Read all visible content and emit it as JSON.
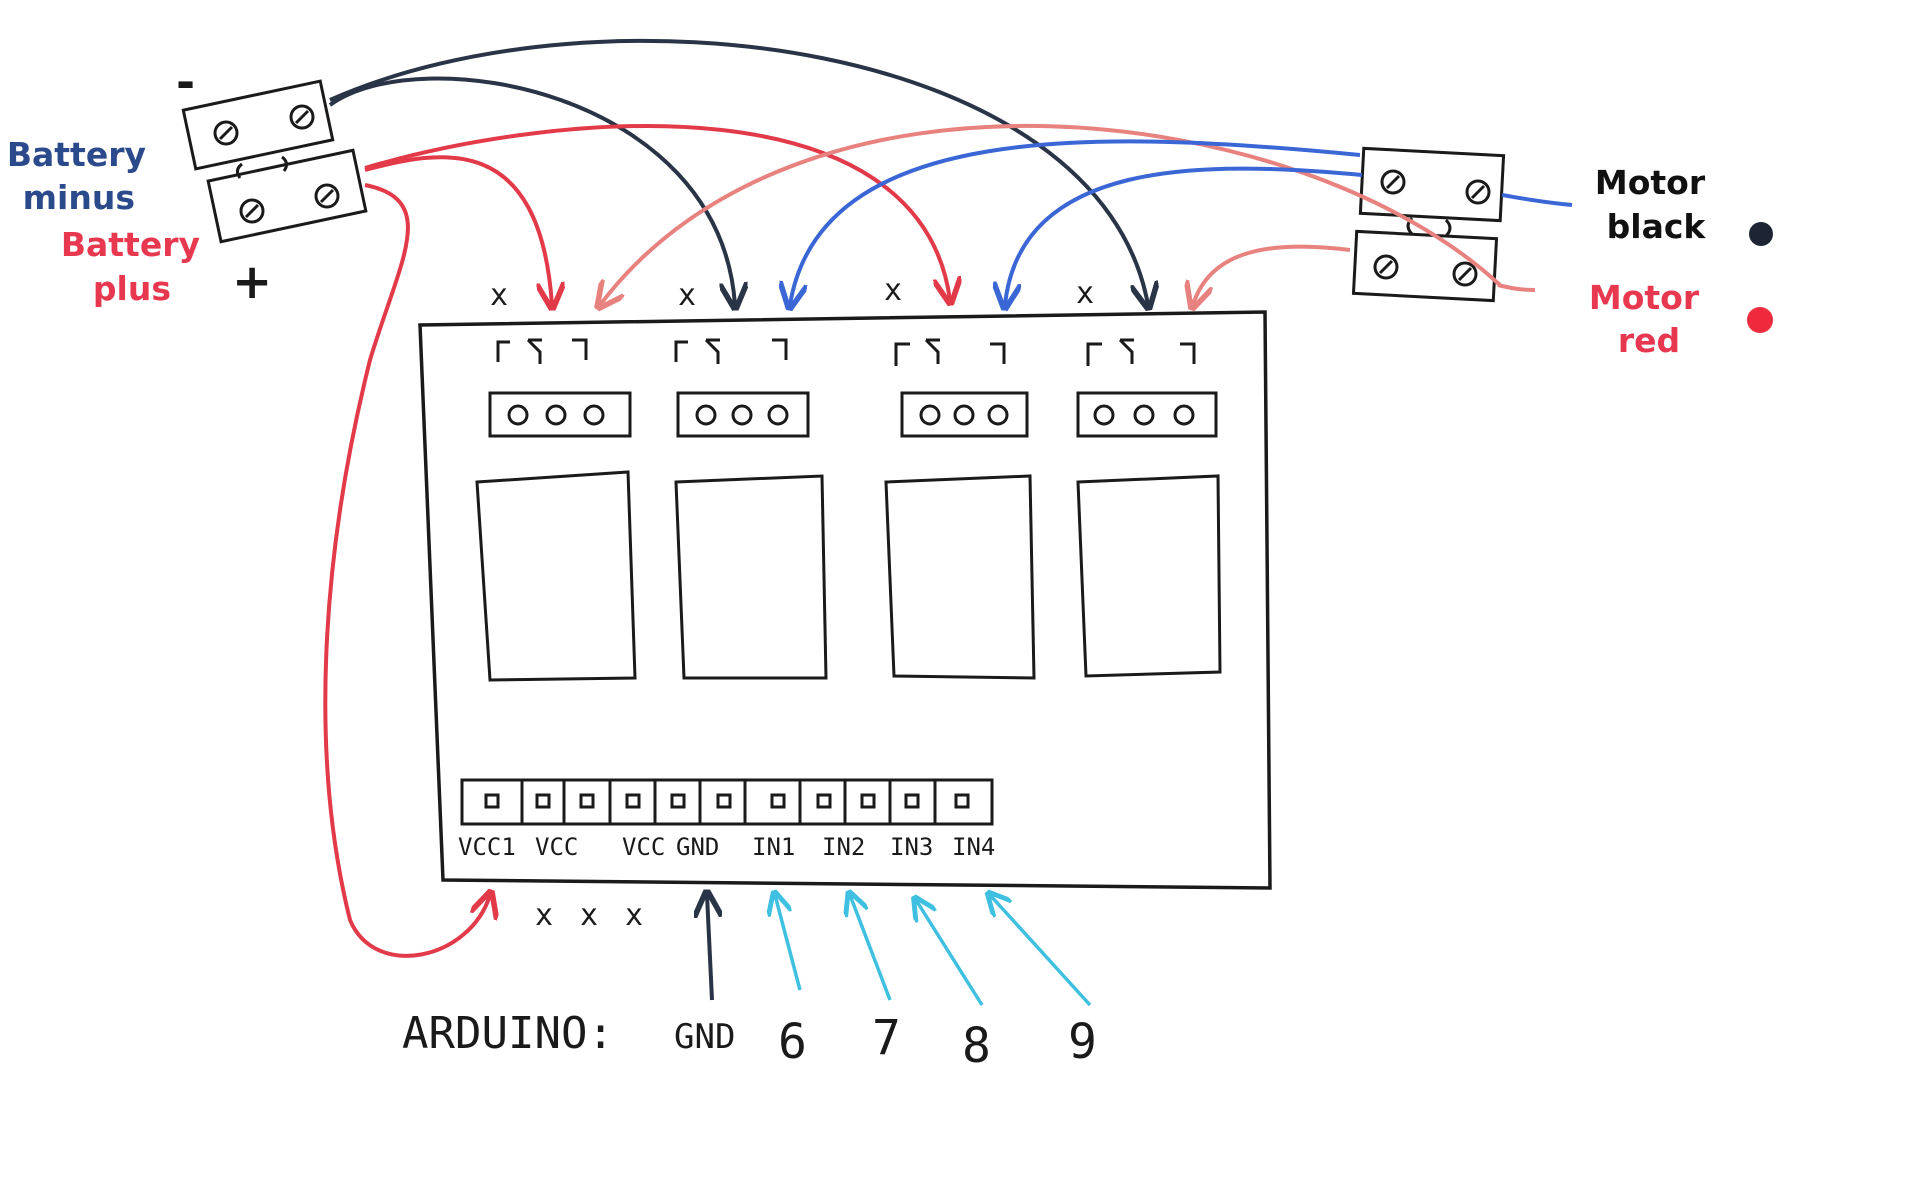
{
  "labels": {
    "battery_minus": [
      "Battery",
      "minus"
    ],
    "battery_plus": [
      "Battery",
      "plus"
    ],
    "motor_black": [
      "Motor",
      "black"
    ],
    "motor_red": [
      "Motor",
      "red"
    ],
    "minus_sign": "-",
    "plus_sign": "+",
    "not_connected": "x",
    "arduino": "ARDUINO:"
  },
  "pins": [
    "VCC1",
    "VCC",
    "VCC",
    "GND",
    "IN1",
    "IN2",
    "IN3",
    "IN4"
  ],
  "arduino_pins": [
    "GND",
    "6",
    "7",
    "8",
    "9"
  ],
  "colors": {
    "battery_minus_text": "#2b4a8c",
    "battery_plus_text": "#e8384f",
    "motor_black_text": "#111111",
    "motor_red_text": "#e8384f",
    "ink": "#1a1a1a",
    "wire_dark": "#2a3447",
    "wire_red": "#e23a48",
    "wire_pink": "#e8827f",
    "wire_blue": "#3a66d6",
    "wire_cyan": "#3fc0e0",
    "dot_black": "#1d2433",
    "dot_red": "#ee2a3c"
  }
}
